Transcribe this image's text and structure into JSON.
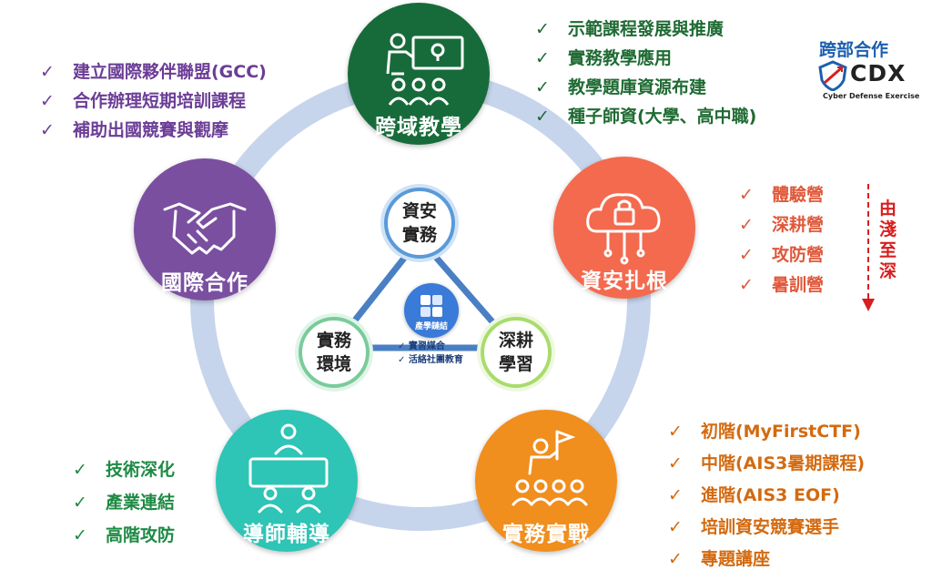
{
  "nodes": {
    "cross_domain": {
      "label": "跨域教學",
      "color": "#176b3a"
    },
    "security_root": {
      "label": "資安扎根",
      "color": "#f46a4e"
    },
    "practical_combat": {
      "label": "實務實戰",
      "color": "#f08e1e"
    },
    "mentor": {
      "label": "導師輔導",
      "color": "#2ec4b6"
    },
    "international": {
      "label": "國際合作",
      "color": "#7a4fa0"
    }
  },
  "lists": {
    "cross_domain": [
      "示範課程發展與推廣",
      "實務教學應用",
      "教學題庫資源布建",
      "種子師資(大學、高中職)"
    ],
    "security_root": [
      "體驗營",
      "深耕營",
      "攻防營",
      "暑訓營"
    ],
    "practical_combat": [
      "初階(MyFirstCTF)",
      "中階(AIS3暑期課程)",
      "進階(AIS3 EOF)",
      "培訓資安競賽選手",
      "專題講座"
    ],
    "mentor": [
      "技術深化",
      "產業連結",
      "高階攻防"
    ],
    "international": [
      "建立國際夥伴聯盟(GCC)",
      "合作辦理短期培訓課程",
      "補助出國競賽與觀摩"
    ]
  },
  "list_colors": {
    "cross_domain": "#1f6b33",
    "security_root": "#e0583a",
    "practical_combat": "#d36a10",
    "mentor": "#1e8a44",
    "international": "#6b3d96"
  },
  "check_mark": "✓",
  "depth_label": "由淺至深",
  "depth_color": "#d81e1e",
  "inner": {
    "top": "資安實務",
    "left": "實務環境",
    "right": "深耕學習",
    "center_badge": "產學鏈結",
    "center_items": [
      "實習媒合",
      "活絡社團教育"
    ]
  },
  "logo": {
    "caption": "跨部合作",
    "name": "CDX",
    "subtitle": "Cyber Defense Exercise"
  }
}
